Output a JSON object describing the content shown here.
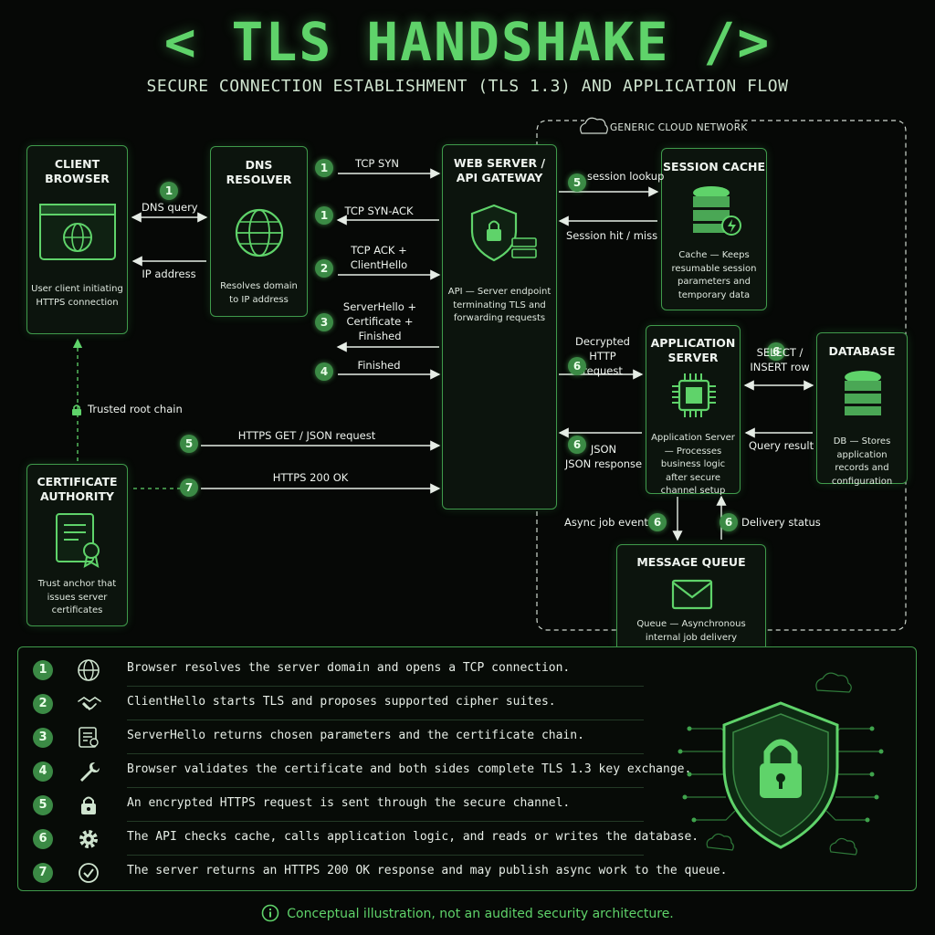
{
  "header": {
    "title": "< TLS HANDSHAKE />",
    "subtitle": "SECURE CONNECTION ESTABLISHMENT (TLS 1.3) AND APPLICATION FLOW"
  },
  "cloud_label": "GENERIC CLOUD NETWORK",
  "nodes": {
    "client": {
      "title": "CLIENT\nBROWSER",
      "desc": "User client initiating HTTPS connection"
    },
    "dns": {
      "title": "DNS\nRESOLVER",
      "desc": "Resolves domain to IP address"
    },
    "web": {
      "title": "WEB SERVER /\nAPI GATEWAY",
      "desc": "API — Server endpoint terminating TLS and forwarding requests"
    },
    "cache": {
      "title": "SESSION CACHE",
      "desc": "Cache — Keeps resumable session parameters and temporary data"
    },
    "app": {
      "title": "APPLICATION\nSERVER",
      "desc": "Application Server — Processes business logic after secure channel setup"
    },
    "db": {
      "title": "DATABASE",
      "desc": "DB — Stores application records and configuration"
    },
    "ca": {
      "title": "CERTIFICATE\nAUTHORITY",
      "desc": "Trust anchor that issues server certificates"
    },
    "mq": {
      "title": "MESSAGE QUEUE",
      "desc": "Queue — Asynchronous internal job delivery"
    }
  },
  "flows": {
    "dns_query": {
      "num": "1",
      "label": "DNS query"
    },
    "ip_address": {
      "label": "IP address"
    },
    "tcp_syn": {
      "num": "1",
      "label": "TCP SYN"
    },
    "tcp_synack": {
      "num": "1",
      "label": "TCP SYN-ACK"
    },
    "tcp_ack": {
      "num": "2",
      "label": "TCP ACK +\nClientHello"
    },
    "server_hello": {
      "num": "3",
      "label": "ServerHello +\nCertificate +\nFinished"
    },
    "finished": {
      "num": "4",
      "label": "Finished"
    },
    "https_get": {
      "num": "5",
      "label": "HTTPS GET / JSON request"
    },
    "https_200": {
      "num": "7",
      "label": "HTTPS 200 OK"
    },
    "trusted_root": {
      "label": "Trusted root chain"
    },
    "session_lookup": {
      "num": "5",
      "label": "session lookup"
    },
    "session_hit": {
      "label": "Session hit / miss"
    },
    "decrypted": {
      "num": "6",
      "label": "Decrypted HTTP\nrequest"
    },
    "json_response": {
      "num": "6",
      "label": "JSON\nJSON response"
    },
    "select_insert": {
      "num": "6",
      "label": "SELECT /\nINSERT row"
    },
    "query_result": {
      "label": "Query result"
    },
    "async_job": {
      "num": "6",
      "label": "Async job event"
    },
    "delivery": {
      "num": "6",
      "label": "Delivery status"
    }
  },
  "steps": [
    {
      "num": "1",
      "icon": "globe-icon",
      "text": "Browser resolves the server domain and opens a TCP connection."
    },
    {
      "num": "2",
      "icon": "handshake-icon",
      "text": "ClientHello starts TLS and proposes supported cipher suites."
    },
    {
      "num": "3",
      "icon": "certificate-icon",
      "text": "ServerHello returns chosen parameters and the certificate chain."
    },
    {
      "num": "4",
      "icon": "wrench-icon",
      "text": "Browser validates the certificate and both sides complete TLS 1.3 key exchange."
    },
    {
      "num": "5",
      "icon": "lock-icon",
      "text": "An encrypted HTTPS request is sent through the secure channel."
    },
    {
      "num": "6",
      "icon": "gear-icon",
      "text": "The API checks cache, calls application logic, and reads or writes the database."
    },
    {
      "num": "7",
      "icon": "check-circle-icon",
      "text": "The server returns an HTTPS 200 OK response and may publish async work to the queue."
    }
  ],
  "disclaimer": "Conceptual illustration, not an audited security architecture.",
  "colors": {
    "accent": "#5fd36a",
    "border": "#3f9a4b",
    "badge": "#3b8a45",
    "background": "#060806"
  }
}
